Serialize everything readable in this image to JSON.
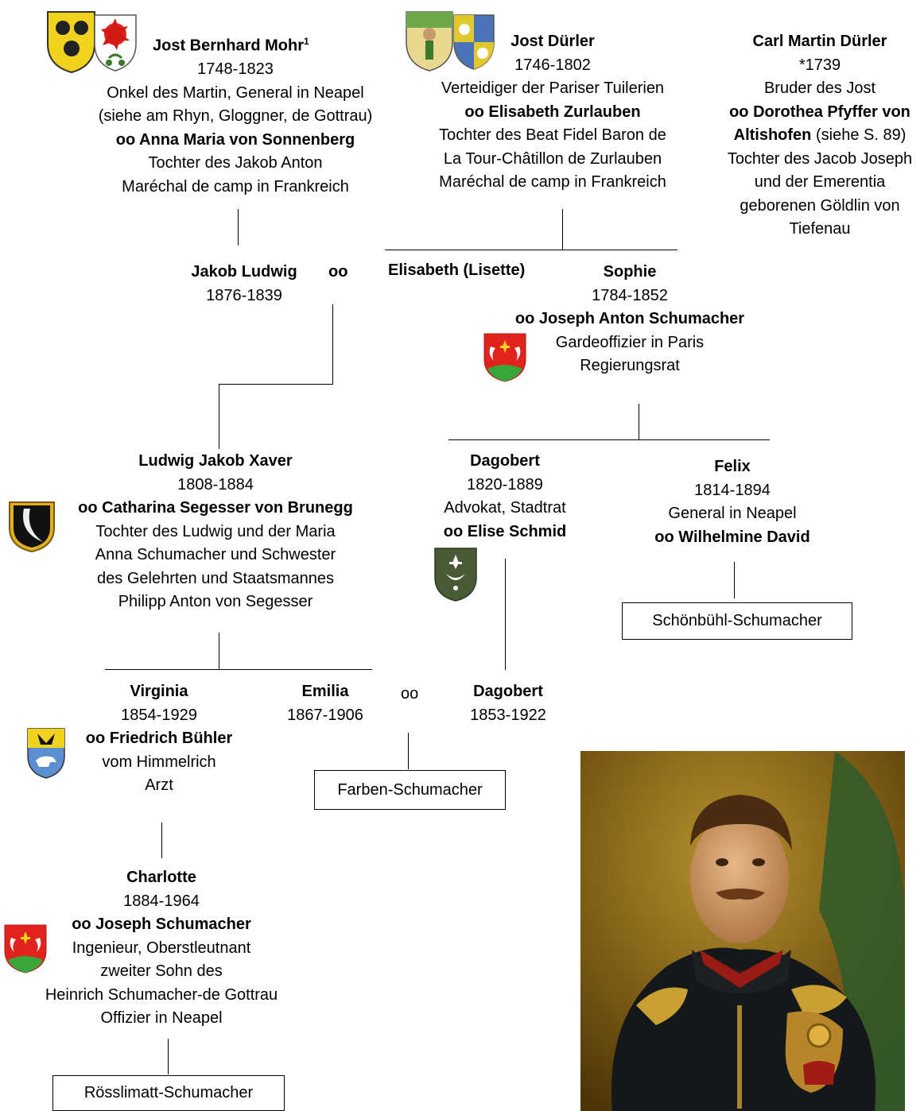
{
  "persons": {
    "mohr": {
      "name": "Jost Bernhard Mohr",
      "sup": "1",
      "dates": "1748-1823",
      "l1": "Onkel des Martin, General in Neapel",
      "l2": "(siehe am Rhyn, Gloggner, de Gottrau)",
      "spouse": "oo Anna Maria von Sonnenberg",
      "l3": "Tochter des Jakob Anton",
      "l4": "Maréchal de camp in Frankreich"
    },
    "jost": {
      "name": "Jost Dürler",
      "dates": "1746-1802",
      "l1": "Verteidiger der Pariser Tuilerien",
      "spouse": "oo Elisabeth Zurlauben",
      "l2": "Tochter des Beat Fidel Baron de",
      "l3": "La Tour-Châtillon de Zurlauben",
      "l4": "Maréchal de camp in Frankreich"
    },
    "carl": {
      "name": "Carl Martin Dürler",
      "dates": "*1739",
      "l1": "Bruder des Jost",
      "spouse1": "oo Dorothea Pfyffer von",
      "spouse2": "Altishofen",
      "ref": " (siehe S. 89)",
      "l2": "Tochter des Jacob Joseph",
      "l3": "und der Emerentia",
      "l4": "geborenen Göldlin von",
      "l5": "Tiefenau"
    },
    "jakob": {
      "name": "Jakob Ludwig",
      "dates": "1876-1839"
    },
    "oo1": "oo",
    "elisabeth": {
      "name": "Elisabeth (Lisette)"
    },
    "sophie": {
      "name": "Sophie",
      "dates": "1784-1852",
      "spouse": "oo Joseph Anton Schumacher",
      "l1": "Gardeoffizier in Paris",
      "l2": "Regierungsrat"
    },
    "ludwig": {
      "name": "Ludwig Jakob Xaver",
      "dates": "1808-1884",
      "spouse": "oo Catharina Segesser von Brunegg",
      "l1": "Tochter des Ludwig und der Maria",
      "l2": "Anna Schumacher und Schwester",
      "l3": "des Gelehrten und Staatsmannes",
      "l4": "Philipp Anton von Segesser"
    },
    "dagobert1": {
      "name": "Dagobert",
      "dates": "1820-1889",
      "l1": "Advokat, Stadtrat",
      "spouse": "oo Elise Schmid"
    },
    "felix": {
      "name": "Felix",
      "dates": "1814-1894",
      "l1": "General in Neapel",
      "spouse": "oo Wilhelmine David"
    },
    "virginia": {
      "name": "Virginia",
      "dates": "1854-1929",
      "spouse": "oo Friedrich Bühler",
      "l1": "vom Himmelrich",
      "l2": "Arzt"
    },
    "emilia": {
      "name": "Emilia",
      "dates": "1867-1906"
    },
    "oo2": "oo",
    "dagobert2": {
      "name": "Dagobert",
      "dates": "1853-1922"
    },
    "charlotte": {
      "name": "Charlotte",
      "dates": "1884-1964",
      "spouse": "oo Joseph Schumacher",
      "l1": "Ingenieur, Oberstleutnant",
      "l2": "zweiter Sohn des",
      "l3": "Heinrich Schumacher-de Gottrau",
      "l4": "Offizier in Neapel"
    }
  },
  "boxes": {
    "schoenbuehl": "Schönbühl-Schumacher",
    "farben": "Farben-Schumacher",
    "roesslimatt": "Rösslimatt-Schumacher"
  },
  "colors": {
    "line": "#000000",
    "red_crest": "#e0231c",
    "green_crest": "#4a5a36",
    "yellow_crest": "#f1d21e"
  }
}
